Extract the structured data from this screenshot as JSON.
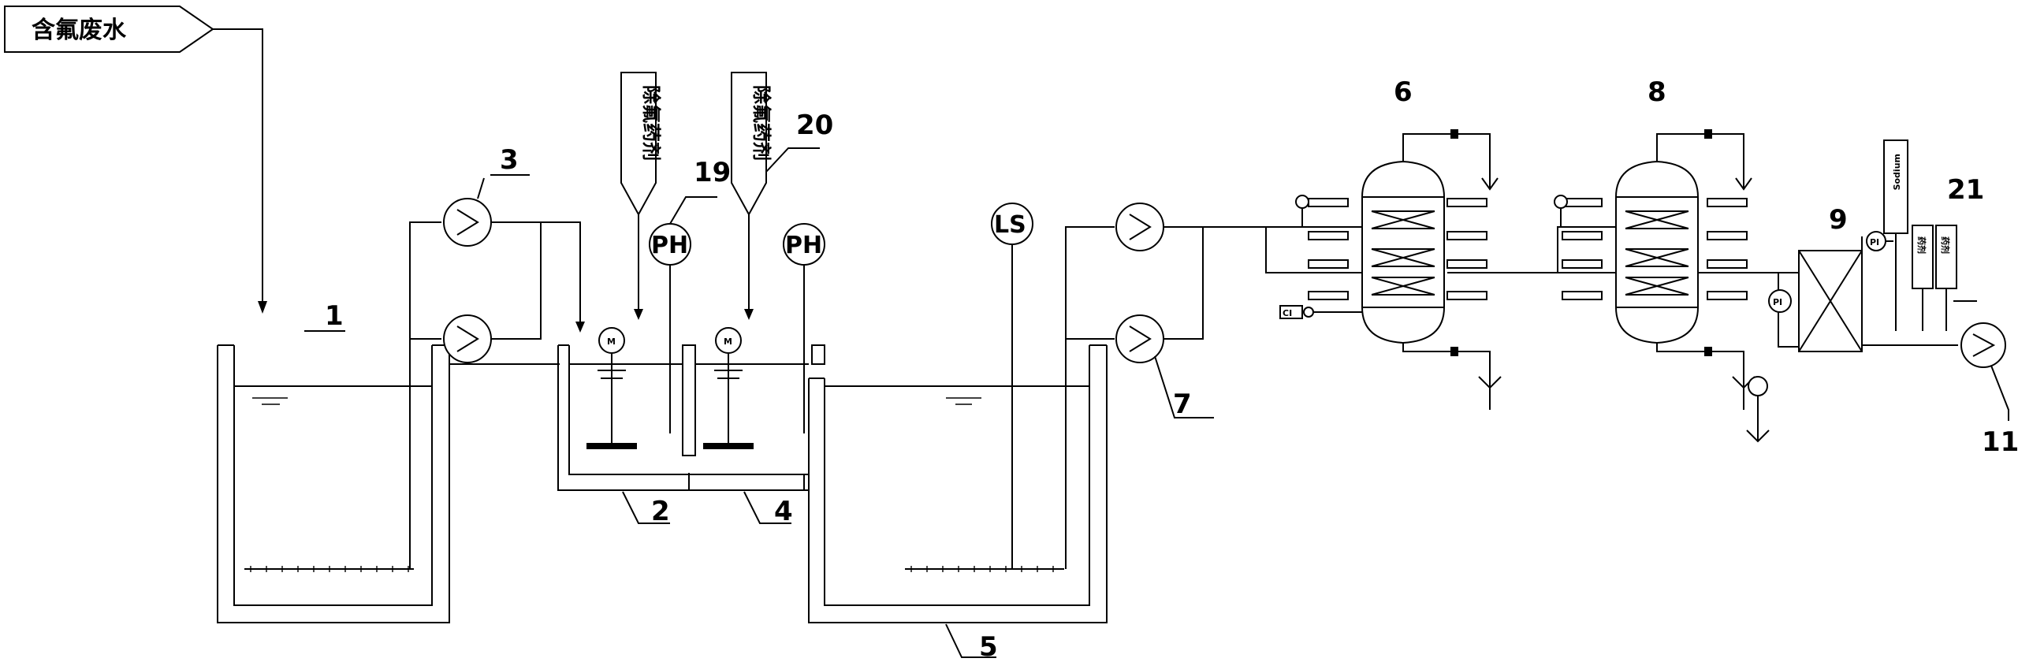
{
  "source_label": "含氟废水",
  "reagent_tags": [
    "除氟药剂",
    "除氟药剂",
    "Sodium",
    "药剂",
    "药剂"
  ],
  "instrument_labels": {
    "ph1": "PH",
    "ph2": "PH",
    "ls": "LS",
    "m1": "M",
    "m2": "M",
    "pi1": "PI",
    "pi2": "PI",
    "ci": "CI"
  },
  "callouts": [
    "1",
    "2",
    "3",
    "4",
    "5",
    "6",
    "7",
    "8",
    "9",
    "11",
    "19",
    "20",
    "21"
  ]
}
